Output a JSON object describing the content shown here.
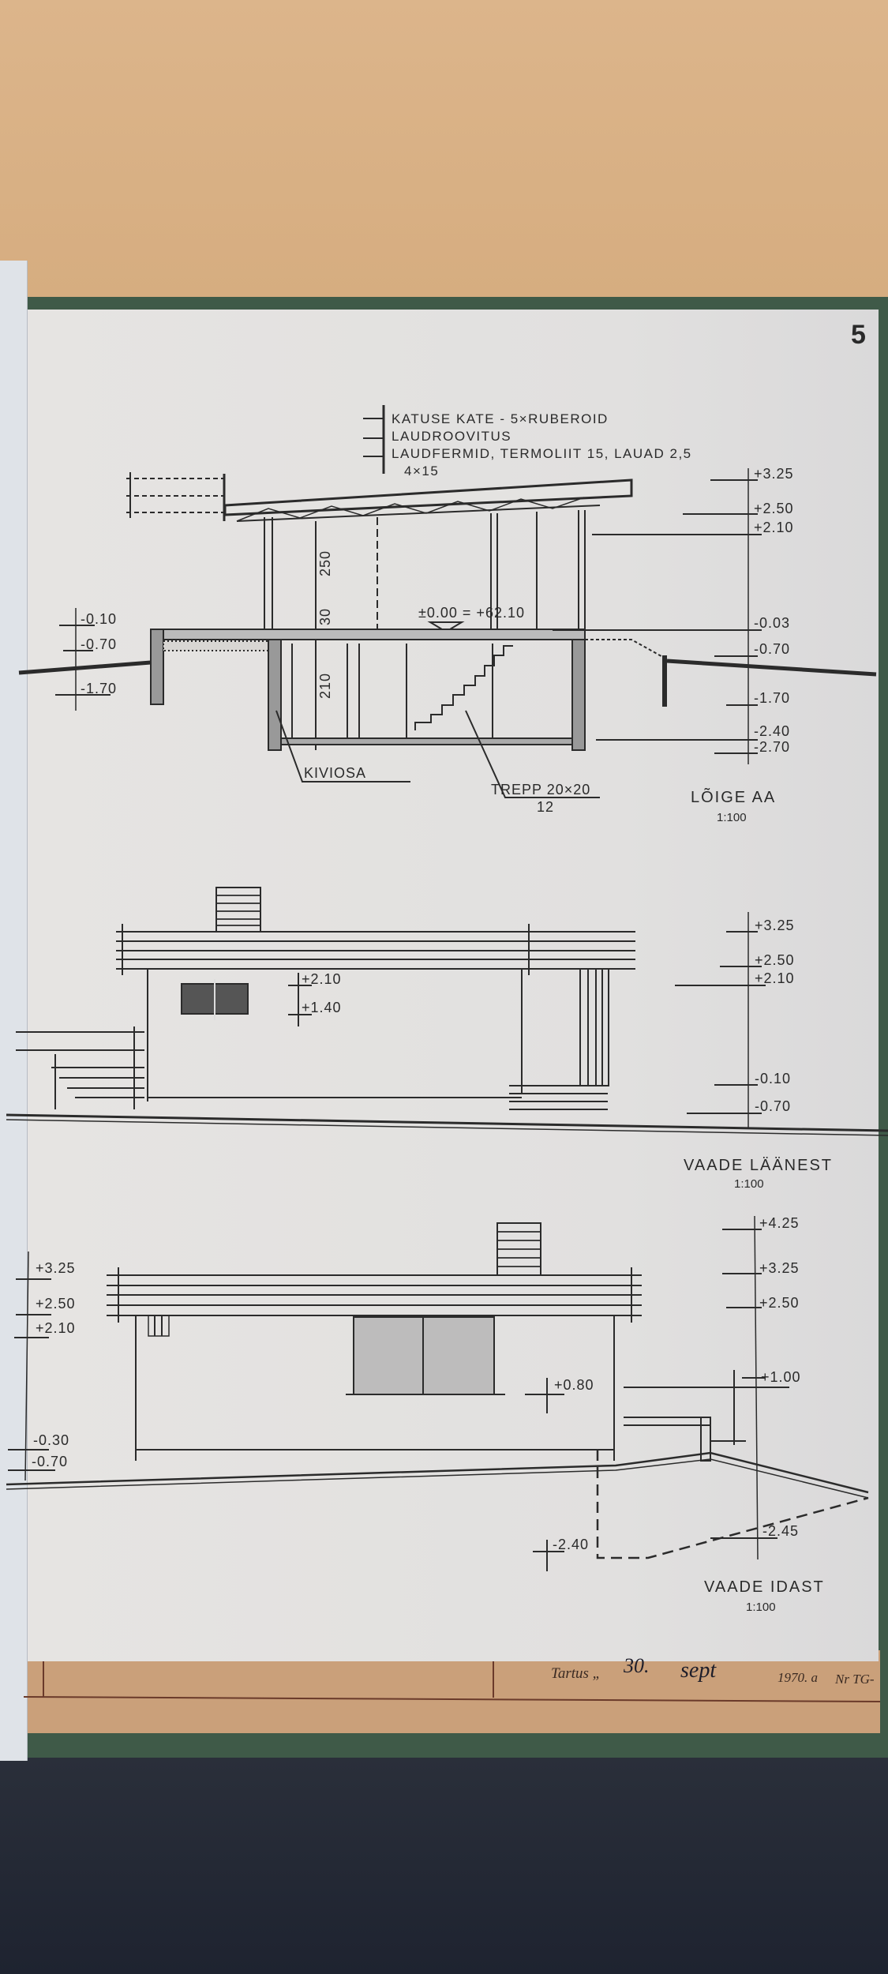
{
  "page_number": "5",
  "section_aa": {
    "roof_note": [
      "KATUSE KATE - 5×RUBEROID",
      "LAUDROOVITUS",
      "LAUDFERMID, TERMOLIIT 15, LAUAD 2,5",
      "4×15"
    ],
    "dimensions": [
      "250",
      "30",
      "210"
    ],
    "datum": "±0.00 = +62.10",
    "kiviosa": "KIVIOSA",
    "stair": "TREPP 20×20",
    "stair_count": "12",
    "left_levels": [
      "-0.10",
      "-0.70",
      "-1.70"
    ],
    "right_levels": [
      "+3.25",
      "+2.50",
      "+2.10",
      "-0.03",
      "-0.70",
      "-1.70",
      "-2.40",
      "-2.70"
    ],
    "title": "LÕIGE AA",
    "scale": "1:100"
  },
  "view_west": {
    "window_levels": [
      "+2.10",
      "+1.40"
    ],
    "right_levels": [
      "+3.25",
      "+2.50",
      "+2.10",
      "-0.10",
      "-0.70"
    ],
    "title": "VAADE LÄÄNEST",
    "scale": "1:100"
  },
  "view_east": {
    "left_levels": [
      "+3.25",
      "+2.50",
      "+2.10",
      "-0.30",
      "-0.70"
    ],
    "right_levels": [
      "+4.25",
      "+3.25",
      "+2.50",
      "+1.00",
      "-2.45"
    ],
    "mid_levels": [
      "+0.80",
      "-2.40"
    ],
    "title": "VAADE IDAST",
    "scale": "1:100"
  },
  "footer": {
    "place": "Tartus „",
    "day": "30.",
    "month": "sept",
    "year": "1970. a",
    "number": "Nr TG-"
  }
}
